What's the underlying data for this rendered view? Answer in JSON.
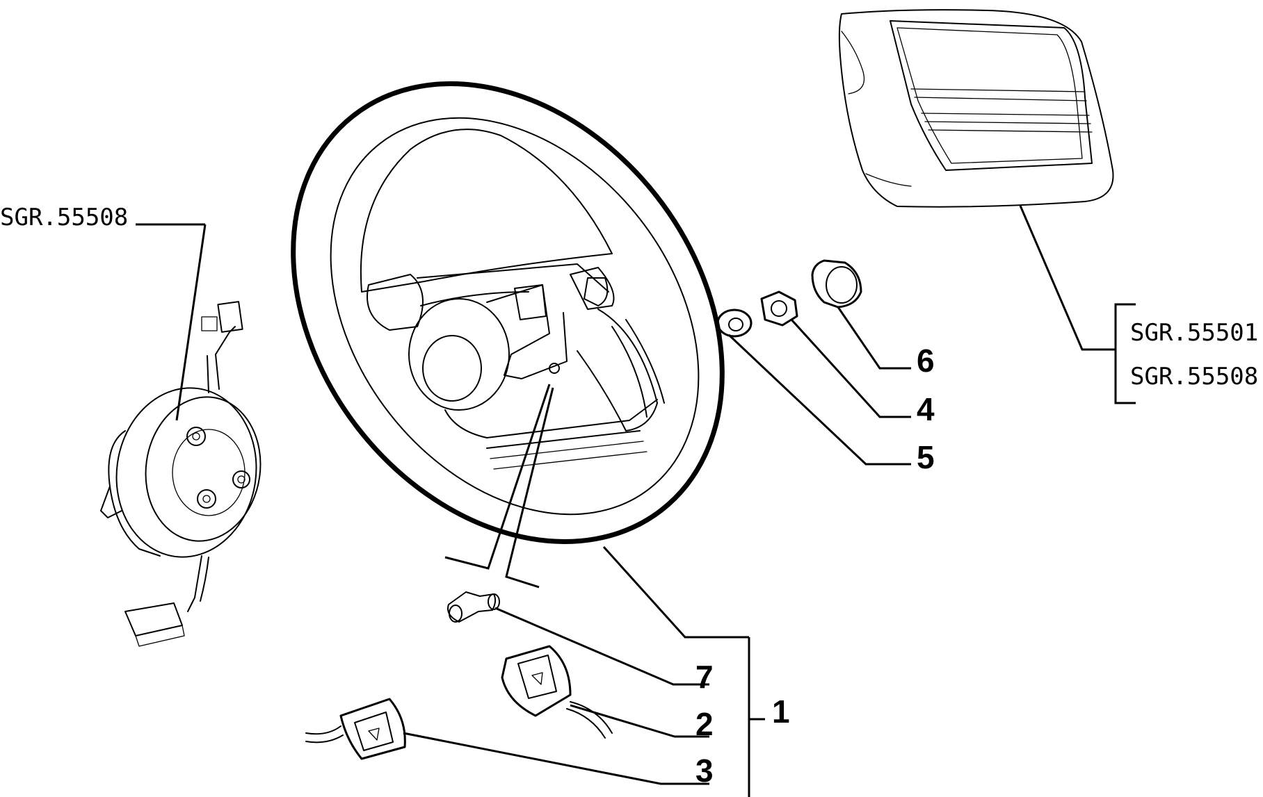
{
  "references": {
    "clock_spring": "SGR.55508",
    "horn_pad_primary": "SGR.55501",
    "horn_pad_secondary": "SGR.55508"
  },
  "callouts": {
    "steering_wheel_assembly": "1",
    "horn_button_right": "2",
    "horn_button_left": "3",
    "nut": "4",
    "washer": "5",
    "cap": "6",
    "screw": "7"
  }
}
